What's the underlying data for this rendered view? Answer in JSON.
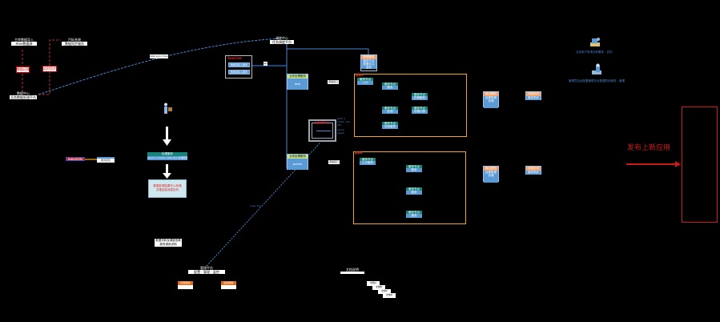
{
  "left_flow": {
    "source_node": {
      "title": "主库数据导入",
      "subtitle": "Hive数据源"
    },
    "target_node": {
      "title": "目标系统",
      "subtitle": "数据同步服务"
    },
    "middle_node": {
      "title": "数据中心",
      "subtitle": "业务数据处理平台"
    },
    "dashed_label_1": "数据迁移",
    "dashed_label_2": "实时同步",
    "blue_line_label": "data sync channel"
  },
  "top_center": {
    "header_title": "调度中心",
    "header_subtitle": "任务调度平台",
    "panel_title": "Sources",
    "panel_items": [
      "数据源接入服务",
      "数据源接入服务"
    ],
    "connector_label": "api"
  },
  "cluster_top": {
    "green_node": {
      "title": "业务处理服务",
      "body": "task"
    },
    "edge_label": "调度接口",
    "orange_node": {
      "title": "数据服务",
      "body": [
        "服务节点",
        "配置中心",
        "监控"
      ]
    },
    "group_label": "集群A",
    "nodes": [
      {
        "title": "服务节点",
        "body": "入口"
      },
      {
        "title": "服务节点",
        "body": "服务"
      },
      {
        "title": "服务节点",
        "body": "存储服务"
      },
      {
        "title": "服务节点",
        "body": "处理"
      },
      {
        "title": "服务节点",
        "body": "存储计算"
      },
      {
        "title": "服务节点",
        "body": "分析服务"
      }
    ]
  },
  "cluster_bottom": {
    "green_node": {
      "title": "业务处理服务",
      "body": "worker"
    },
    "edge_label": "调度接口",
    "group_label": "集群B",
    "nodes": [
      {
        "title": "服务节点",
        "body": "入口服务"
      },
      {
        "title": "服务节点",
        "body": "服务"
      },
      {
        "title": "服务节点",
        "body": "服务"
      },
      {
        "title": "服务节点",
        "body": "服务"
      }
    ]
  },
  "monitor": {
    "title": "监控告警平台",
    "side_labels": [
      "Alert 1",
      "email, sms",
      "API",
      "server",
      "agent"
    ]
  },
  "right_outputs": [
    {
      "title": "输出服务",
      "body": "结果数据 存储"
    },
    {
      "title": "消息队列",
      "body": "服务同步"
    },
    {
      "title": "输出服务",
      "body": "结果数据 存储"
    },
    {
      "title": "消息队列",
      "body": "服务同步"
    }
  ],
  "top_right_icons": [
    {
      "icon": "computer-user-icon",
      "label": "业务用户查询分析服务 - 访问"
    },
    {
      "icon": "server-user-icon",
      "label": "管理员后台配置管理平台数据同步服务 - 管理"
    }
  ],
  "release": {
    "label": "发布上新应用",
    "color": "#cc1a1a"
  },
  "left_mid": {
    "tag_red": "数据处理流程",
    "tag_white": "服务配置",
    "process_node": {
      "title": "处理服务",
      "subtitle": "service module data flow 处理配置"
    },
    "result_box": "数据处理结果写入存储\n并推送到消息队列"
  },
  "bottom": {
    "note": "数据流转及调度依赖\n服务调用说明",
    "platform_title": "管理平台",
    "platform_subtitle": "配置 · 管理 · 监控",
    "sub_nodes": [
      "配置服务",
      "监控服务"
    ],
    "blue_link_label": "inner link",
    "stack_title": "文档说明",
    "stack_cards": [
      "文档A",
      "文档B",
      "文档C",
      "文档D"
    ]
  }
}
